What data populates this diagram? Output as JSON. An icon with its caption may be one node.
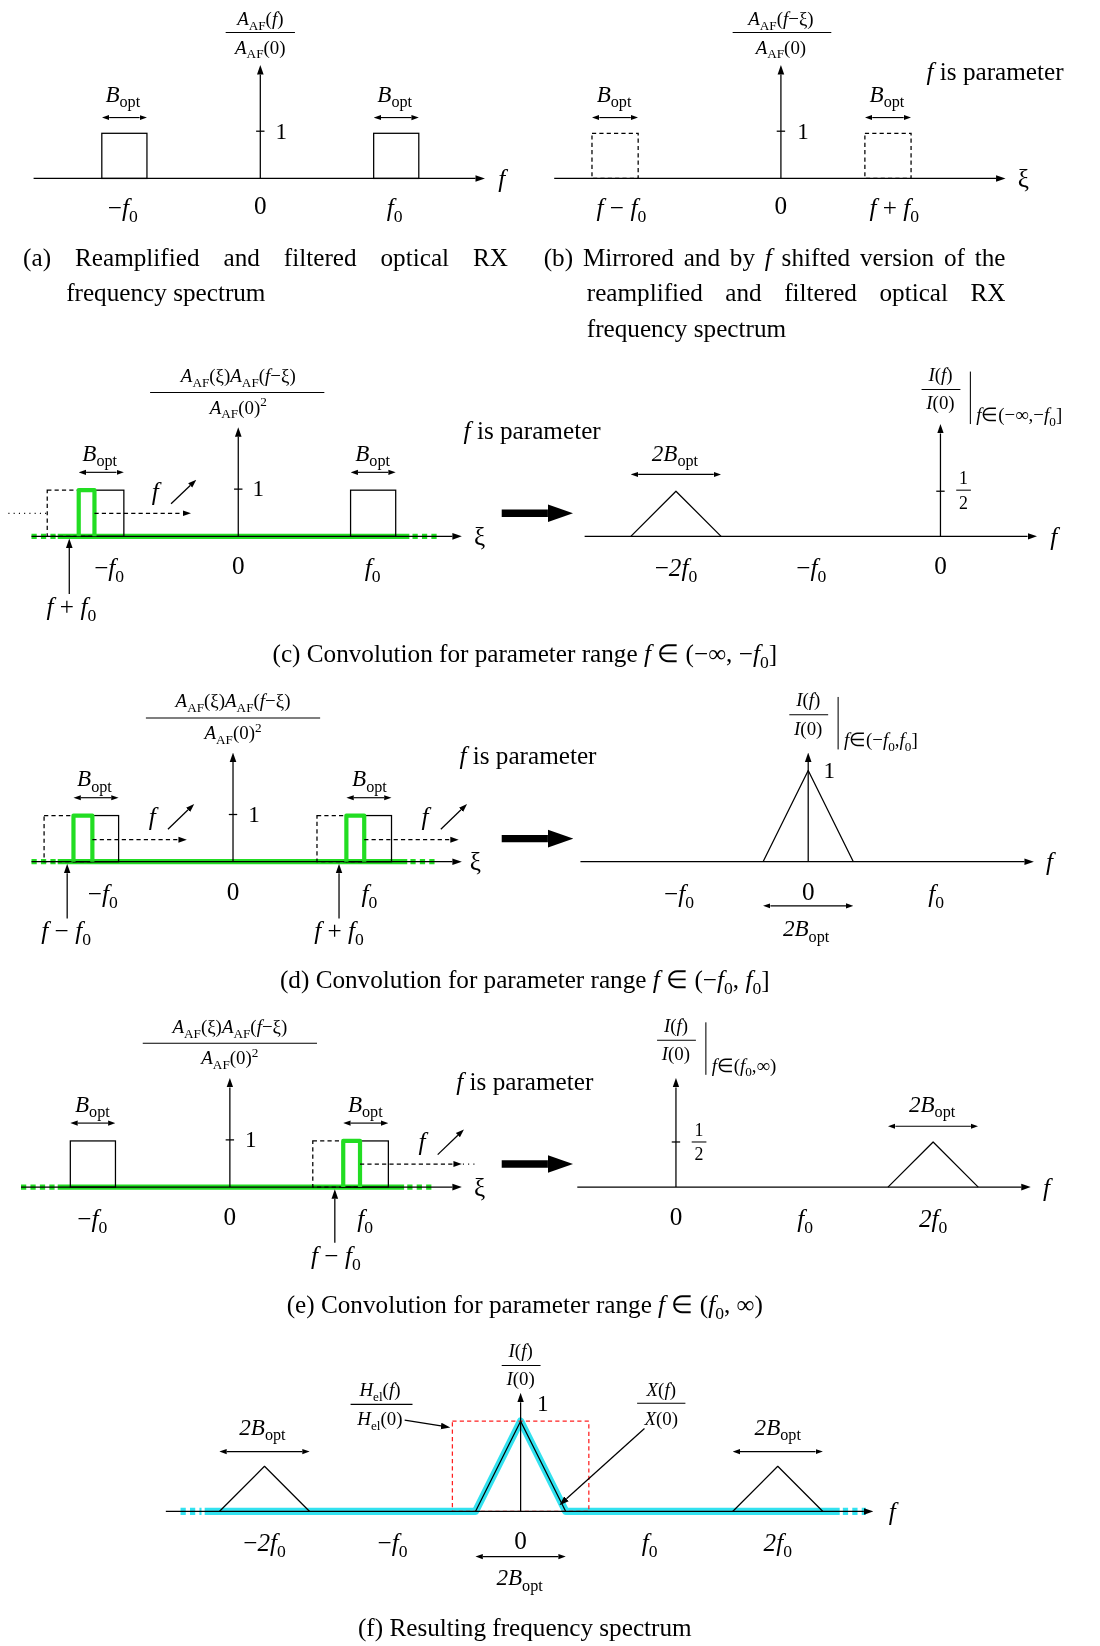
{
  "diagram": {
    "nodes": [
      {
        "text": [],
        "shape": "picture"
      },
      {
        "text": [],
        "shape": "picture",
        "beside": [
          "*I*(*f*)",
          "*I*(0)",
          "*f*∈(−∞,−*f*$_{0}$]"
        ]
      },
      {
        "text": [
          "*f* + *f*$_{0}$"
        ]
      },
      {
        "text": [],
        "shape": "picture"
      },
      {
        "text": [],
        "shape": "picture",
        "beside": [
          "*I*(*f*)",
          "*I*(0)",
          "*f*∈(−*f*$_{0}$,*f*$_{0}$]"
        ]
      },
      {
        "text": [
          "*f* − *f*$_{0}$"
        ]
      },
      {
        "text": [
          "*f* + *f*$_{0}$"
        ]
      },
      {
        "text": [],
        "shape": "picture"
      },
      {
        "text": [],
        "shape": "picture",
        "beside": [
          "*I*(*f*)",
          "*I*(0)",
          "*f*∈(*f*$_{0}$,∞)"
        ]
      },
      {
        "text": [
          "*f* − *f*$_{0}$"
        ]
      },
      {
        "text": [
          "*H*$_{el}$(*f*)",
          "*H*$_{el}$(0)"
        ]
      },
      {
        "text": [
          "*X*(*f*)",
          "*X*(0)"
        ]
      }
    ],
    "edges": [
      {
        "from": 0,
        "to": 1,
        "arrow": "to",
        "style": "thick"
      },
      {
        "from": 2,
        "to": 0,
        "arrow": "to"
      },
      {
        "from": 3,
        "to": 4,
        "arrow": "to",
        "style": "thick"
      },
      {
        "from": 5,
        "to": 3,
        "arrow": "to"
      },
      {
        "from": 6,
        "to": 3,
        "arrow": "to"
      },
      {
        "from": 7,
        "to": 8,
        "arrow": "to",
        "style": "thick"
      },
      {
        "from": 9,
        "to": 7,
        "arrow": "to"
      },
      {
        "from": 10,
        "to": null,
        "arrow": "to"
      },
      {
        "from": 11,
        "to": null,
        "arrow": "to"
      }
    ],
    "labels": [
      "*A*$_{AF}$(*f*)",
      "*A*$_{AF}$(0)",
      "*B*$_{opt}$",
      "*B*$_{opt}$",
      "1",
      "*f*",
      "−*f*$_{0}$",
      "0",
      "*f*$_{0}$",
      "(a) Reamplified and filtered optical RX frequency spectrum",
      "*A*$_{AF}$(*f*−ξ)",
      "*A*$_{AF}$(0)",
      "*f* is parameter",
      "*B*$_{opt}$",
      "*B*$_{opt}$",
      "1",
      "ξ",
      "*f* − *f*$_{0}$",
      "0",
      "*f* + *f*$_{0}$",
      "(b) Mirrored and by *f* shifted version of the reamplified and filtered optical RX frequency spectrum",
      "*A*$_{AF}$(ξ)*A*$_{AF}$(*f*−ξ)",
      "*A*$_{AF}$(0)$^{2}$",
      "*f* is parameter",
      "*B*$_{opt}$",
      "*B*$_{opt}$",
      "*f*",
      "1",
      "ξ",
      "−*f*$_{0}$",
      "0",
      "*f*$_{0}$",
      "*2B*$_{opt}$",
      "1",
      "2",
      "*f*",
      "−*2f*$_{0}$",
      "−*f*$_{0}$",
      "0",
      "(c) Convolution for parameter range *f* ∈ (−∞, −*f*$_{0}$]",
      "*A*$_{AF}$(ξ)*A*$_{AF}$(*f*−ξ)",
      "*A*$_{AF}$(0)$^{2}$",
      "*f* is parameter",
      "*B*$_{opt}$",
      "*B*$_{opt}$",
      "*f*",
      "1",
      "*f*",
      "ξ",
      "−*f*$_{0}$",
      "0",
      "*f*$_{0}$",
      "1",
      "*f*",
      "−*f*$_{0}$",
      "0",
      "*f*$_{0}$",
      "*2B*$_{opt}$",
      "(d) Convolution for parameter range *f* ∈ (−*f*$_{0}$, *f*$_{0}$]",
      "*A*$_{AF}$(ξ)*A*$_{AF}$(*f*−ξ)",
      "*A*$_{AF}$(0)$^{2}$",
      "*f* is parameter",
      "*B*$_{opt}$",
      "*B*$_{opt}$",
      "1",
      "*f*",
      "ξ",
      "−*f*$_{0}$",
      "0",
      "*f*$_{0}$",
      "*2B*$_{opt}$",
      "1",
      "2",
      "*f*",
      "0",
      "*f*$_{0}$",
      "*2f*$_{0}$",
      "(e) Convolution for parameter range *f* ∈ (*f*$_{0}$, ∞)",
      "*I*(*f*)",
      "*I*(0)",
      "1",
      "*2B*$_{opt}$",
      "*2B*$_{opt}$",
      "*f*",
      "−*2f*$_{0}$",
      "−*f*$_{0}$",
      "0",
      "*f*$_{0}$",
      "*2f*$_{0}$",
      "*2B*$_{opt}$",
      "(f) Resulting frequency spectrum"
    ]
  }
}
